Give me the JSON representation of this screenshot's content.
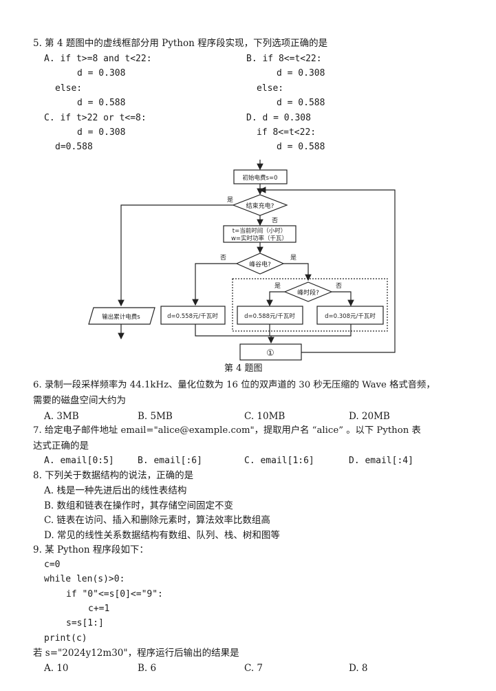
{
  "q5": {
    "stem": "5. 第 4 题图中的虚线框部分用 Python 程序段实现，下列选项正确的是",
    "A": [
      "A. if t>=8 and t<22:",
      "d = 0.308",
      "else:",
      "d = 0.588"
    ],
    "B": [
      "B. if 8<=t<22:",
      "d = 0.308",
      "else:",
      "d = 0.588"
    ],
    "C": [
      "C. if t>22 or t<=8:",
      "d = 0.308",
      "d=0.588"
    ],
    "D": [
      "D. d = 0.308",
      "if 8<=t<22:",
      "d = 0.588"
    ]
  },
  "flowchart": {
    "init": "初始电费s=0",
    "end_charge": "结束充电?",
    "yes": "是",
    "no": "否",
    "t_line": "t=当前时间（小时）",
    "w_line": "w=实时功率（千瓦）",
    "valley": "峰谷电?",
    "peak": "峰时段?",
    "output": "输出累计电费s",
    "d1": "d=0.558元/千瓦时",
    "d2": "d=0.588元/千瓦时",
    "d3": "d=0.308元/千瓦时",
    "circle": "①",
    "caption": "第 4 题图"
  },
  "q6": {
    "stem1": "6. 录制一段采样频率为 44.1kHz、量化位数为 16 位的双声道的 30 秒无压缩的 Wave 格式音频，",
    "stem2": "需要的磁盘空间大约为",
    "options": [
      "A. 3MB",
      "B. 5MB",
      "C. 10MB",
      "D. 20MB"
    ]
  },
  "q7": {
    "stem1": "7. 给定电子邮件地址 email=\"alice@example.com\"，提取用户名 “alice” 。以下 Python 表",
    "stem2": "达式正确的是",
    "options": [
      "A. email[0:5]",
      "B. email[:6]",
      "C. email[1:6]",
      "D. email[:4]"
    ]
  },
  "q8": {
    "stem": "8. 下列关于数据结构的说法，正确的是",
    "options": [
      "A. 栈是一种先进后出的线性表结构",
      "B. 数组和链表在操作时，其存储空间固定不变",
      "C. 链表在访问、插入和删除元素时，算法效率比数组高",
      "D. 常见的线性关系数据结构有数组、队列、栈、树和图等"
    ]
  },
  "q9": {
    "stem": "9. 某 Python 程序段如下：",
    "code": [
      "c=0",
      "while len(s)>0:",
      "if \"0\"<=s[0]<=\"9\":",
      "c+=1",
      "s=s[1:]",
      "print(c)"
    ],
    "question": "若 s=\"2024y12m30\"，程序运行后输出的结果是",
    "options": [
      "A. 10",
      "B. 6",
      "C. 7",
      "D. 8"
    ]
  }
}
